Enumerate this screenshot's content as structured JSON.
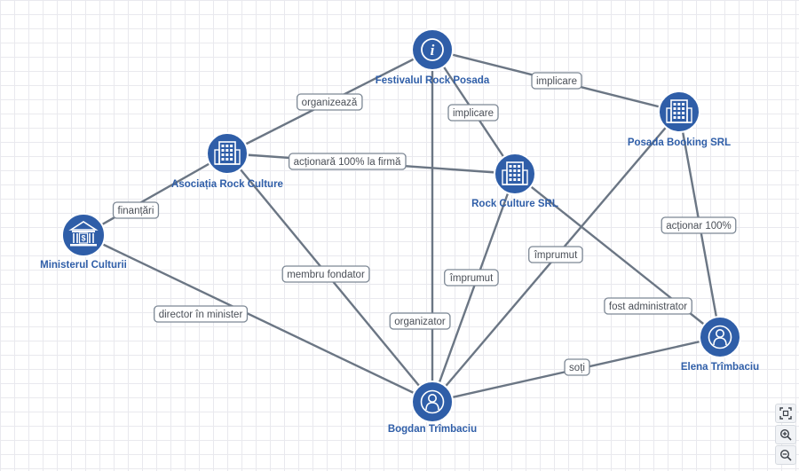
{
  "graph": {
    "nodes": [
      {
        "id": "festival",
        "label": "Festivalul Rock Posada",
        "icon": "info-icon"
      },
      {
        "id": "posada",
        "label": "Posada Booking SRL",
        "icon": "company-building-icon"
      },
      {
        "id": "asociatia",
        "label": "Asociația Rock Culture",
        "icon": "company-building-icon"
      },
      {
        "id": "rocksrl",
        "label": "Rock Culture SRL",
        "icon": "company-building-icon"
      },
      {
        "id": "minister",
        "label": "Ministerul Culturii",
        "icon": "institution-icon"
      },
      {
        "id": "elena",
        "label": "Elena Trîmbaciu",
        "icon": "person-icon"
      },
      {
        "id": "bogdan",
        "label": "Bogdan Trîmbaciu",
        "icon": "person-icon"
      }
    ],
    "edges": [
      {
        "from": "asociatia",
        "to": "festival",
        "label": "organizează"
      },
      {
        "from": "festival",
        "to": "posada",
        "label": "implicare"
      },
      {
        "from": "festival",
        "to": "rocksrl",
        "label": "implicare"
      },
      {
        "from": "asociatia",
        "to": "rocksrl",
        "label": "acționară 100% la firmă"
      },
      {
        "from": "minister",
        "to": "asociatia",
        "label": "finanțări"
      },
      {
        "from": "posada",
        "to": "elena",
        "label": "acționar 100%"
      },
      {
        "from": "asociatia",
        "to": "bogdan",
        "label": "membru fondator"
      },
      {
        "from": "minister",
        "to": "bogdan",
        "label": "director în minister"
      },
      {
        "from": "festival",
        "to": "bogdan",
        "label": "organizator"
      },
      {
        "from": "rocksrl",
        "to": "bogdan",
        "label": "împrumut"
      },
      {
        "from": "posada",
        "to": "bogdan",
        "label": "împrumut"
      },
      {
        "from": "rocksrl",
        "to": "elena",
        "label": "fost administrator"
      },
      {
        "from": "bogdan",
        "to": "elena",
        "label": "soți"
      }
    ]
  },
  "controls": {
    "fit": "fit-to-screen-icon",
    "zoom_in": "zoom-in-icon",
    "zoom_out": "zoom-out-icon"
  },
  "colors": {
    "node": "#2f5ea8",
    "edge": "#6b7684",
    "label_text": "#4a4f57"
  }
}
